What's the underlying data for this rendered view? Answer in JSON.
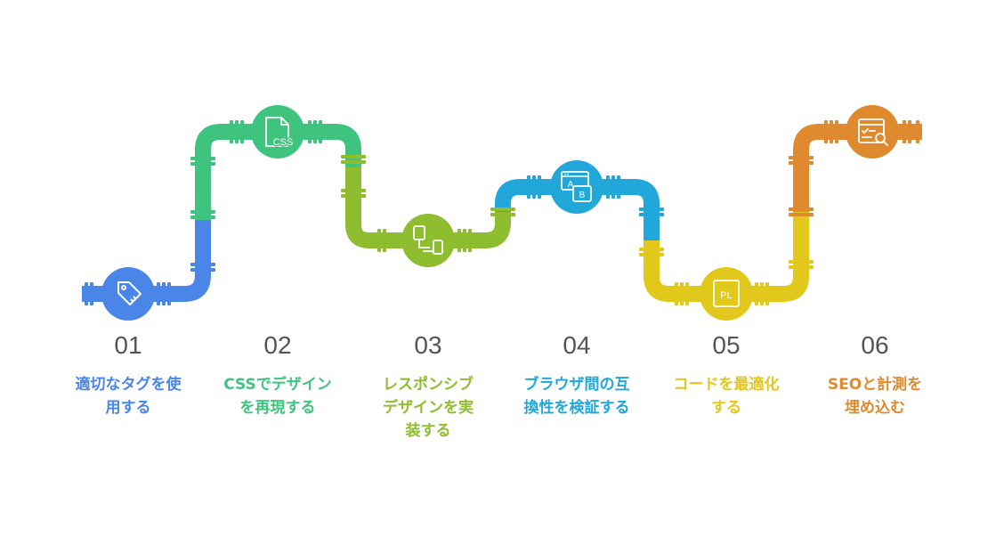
{
  "steps": [
    {
      "num": "01",
      "label": "適切なタグを使用する",
      "lines": [
        "適切なタグを使",
        "用する"
      ],
      "icon": "tag-icon",
      "color": "#4a86e8"
    },
    {
      "num": "02",
      "label": "CSSでデザインを再現する",
      "lines": [
        "CSSでデザイン",
        "を再現する"
      ],
      "icon": "css-file-icon",
      "icon_text": "CSS",
      "color": "#3fc47f"
    },
    {
      "num": "03",
      "label": "レスポンシブデザインを実装する",
      "lines": [
        "レスポンシブ",
        "デザインを実",
        "装する"
      ],
      "icon": "responsive-devices-icon",
      "color": "#8fbd30"
    },
    {
      "num": "04",
      "label": "ブラウザ間の互換性を検証する",
      "lines": [
        "ブラウザ間の互",
        "換性を検証する"
      ],
      "icon": "ab-test-icon",
      "icon_text": [
        "A",
        "B"
      ],
      "color": "#22a7db"
    },
    {
      "num": "05",
      "label": "コードを最適化する",
      "lines": [
        "コードを最適化",
        "する"
      ],
      "icon": "code-file-icon",
      "icon_text": "PL",
      "color": "#e2c81a"
    },
    {
      "num": "06",
      "label": "SEOと計測を埋め込む",
      "lines": [
        "SEOと計測を",
        "埋め込む"
      ],
      "icon": "seo-search-icon",
      "color": "#e08a30"
    }
  ]
}
